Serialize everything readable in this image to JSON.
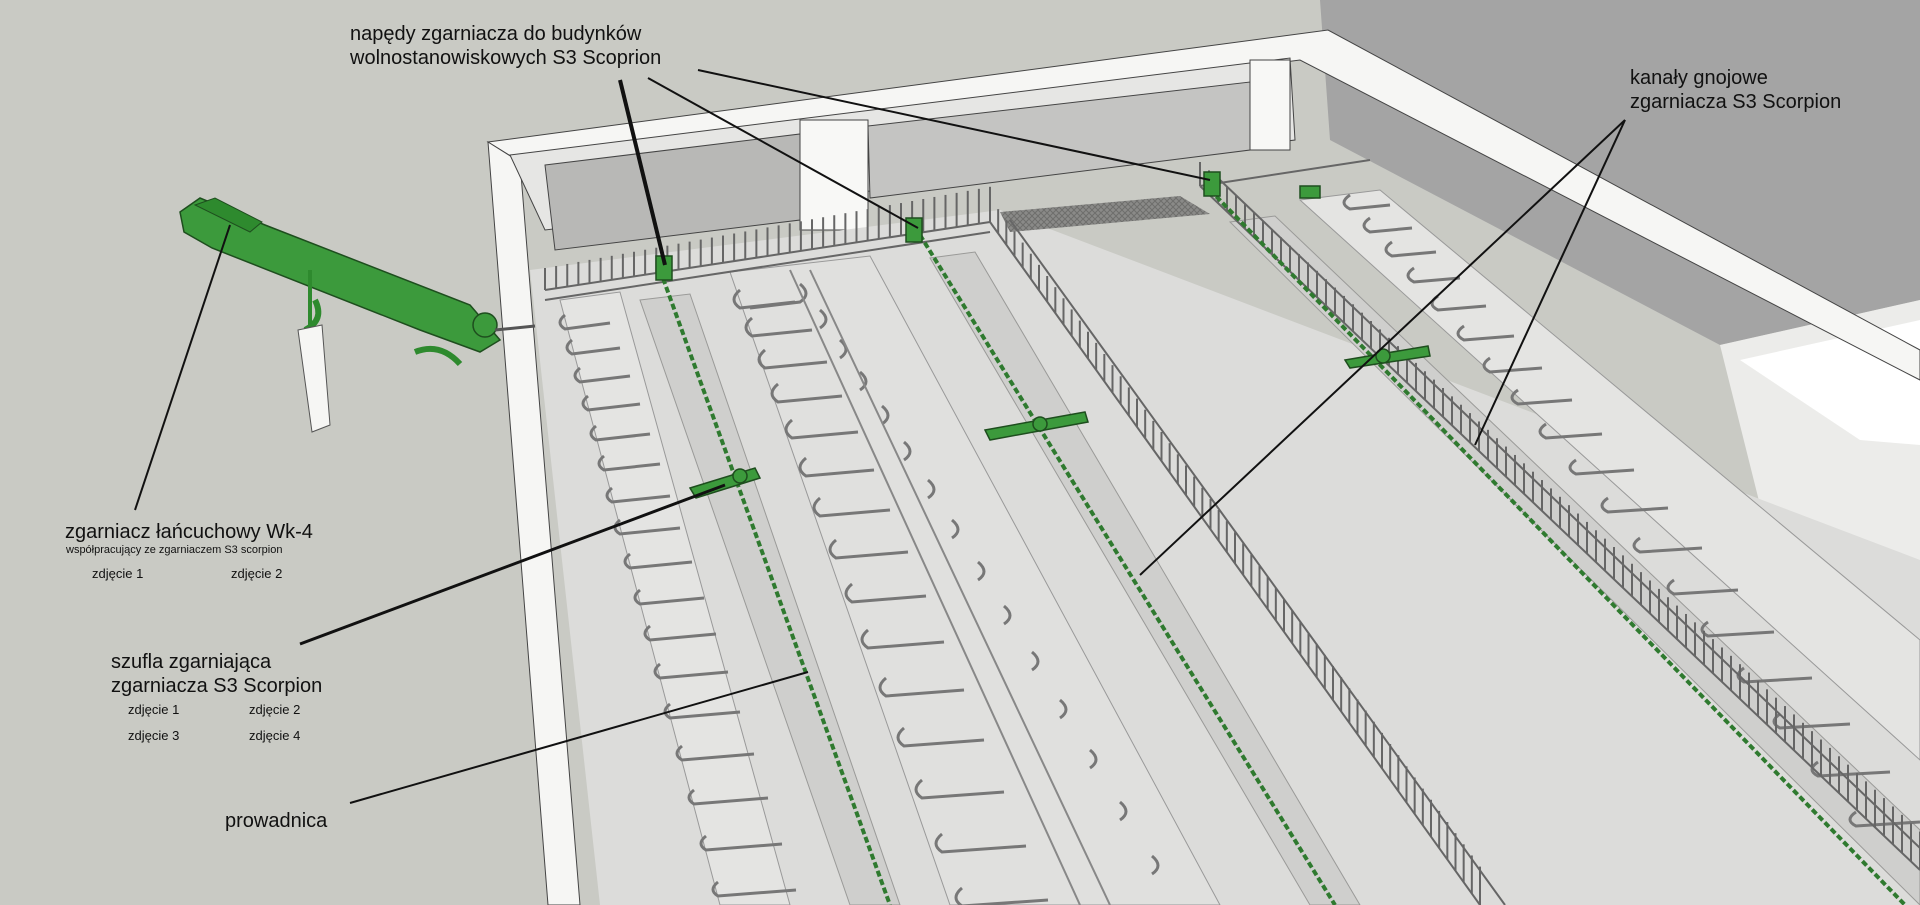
{
  "labels": {
    "drives_line1": "napędy zgarniacza do budynków",
    "drives_line2": "wolnostanowiskowych S3 Scoprion",
    "channels_line1": "kanały gnojowe",
    "channels_line2": "zgarniacza S3 Scorpion",
    "chain_title": "zgarniacz łańcuchowy Wk-4",
    "chain_sub": "współpracujący ze zgarniaczem S3 scorpion",
    "chain_photo1": "zdjęcie 1",
    "chain_photo2": "zdjęcie 2",
    "shovel_line1": "szufla zgarniająca",
    "shovel_line2": "zgarniacza S3 Scorpion",
    "shovel_photo1": "zdjęcie 1",
    "shovel_photo2": "zdjęcie 2",
    "shovel_photo3": "zdjęcie 3",
    "shovel_photo4": "zdjęcie 4",
    "guide": "prowadnica"
  },
  "colors": {
    "background": "#c9cac4",
    "floor": "#dcdcda",
    "wall": "#f4f4f2",
    "equipment": "#3c9a3c",
    "rail": "#9a9a9a"
  }
}
